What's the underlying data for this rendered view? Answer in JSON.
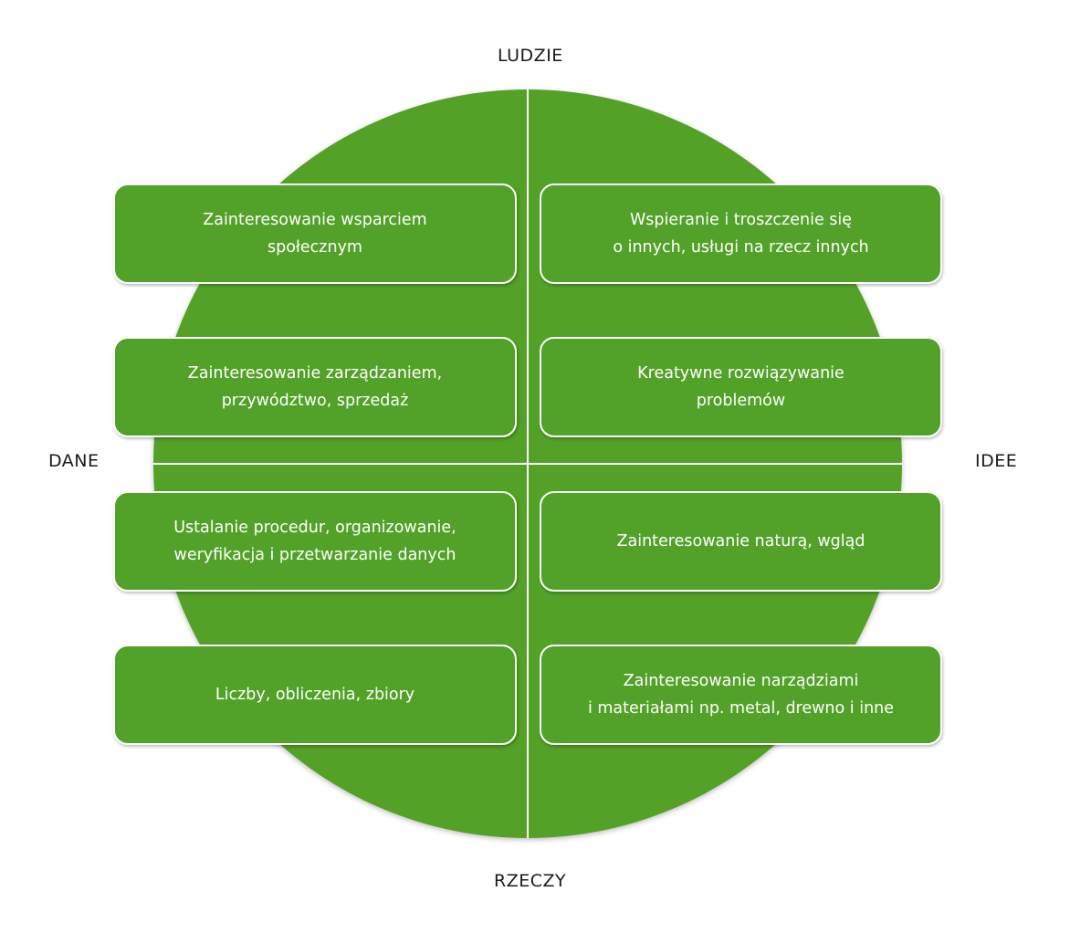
{
  "colors": {
    "green": "#52a128",
    "divider": "#ffffff",
    "text_dark": "#1a1a1a",
    "box_text": "#ffffff"
  },
  "axes": {
    "top": "LUDZIE",
    "bottom": "RZECZY",
    "left": "DANE",
    "right": "IDEE"
  },
  "boxes": {
    "top_left_1": "Zainteresowanie wsparciem\nspołecznym",
    "top_right_1": "Wspieranie i troszczenie się\no innych, usługi na rzecz innych",
    "top_left_2": "Zainteresowanie zarządzaniem,\nprzywództwo, sprzedaż",
    "top_right_2": "Kreatywne rozwiązywanie\nproblemów",
    "bottom_left_1": "Ustalanie procedur, organizowanie,\nweryfikacja i przetwarzanie danych",
    "bottom_right_1": "Zainteresowanie naturą, wgląd",
    "bottom_left_2": "Liczby, obliczenia, zbiory",
    "bottom_right_2": "Zainteresowanie narządziami\ni materiałami np. metal, drewno i inne"
  }
}
